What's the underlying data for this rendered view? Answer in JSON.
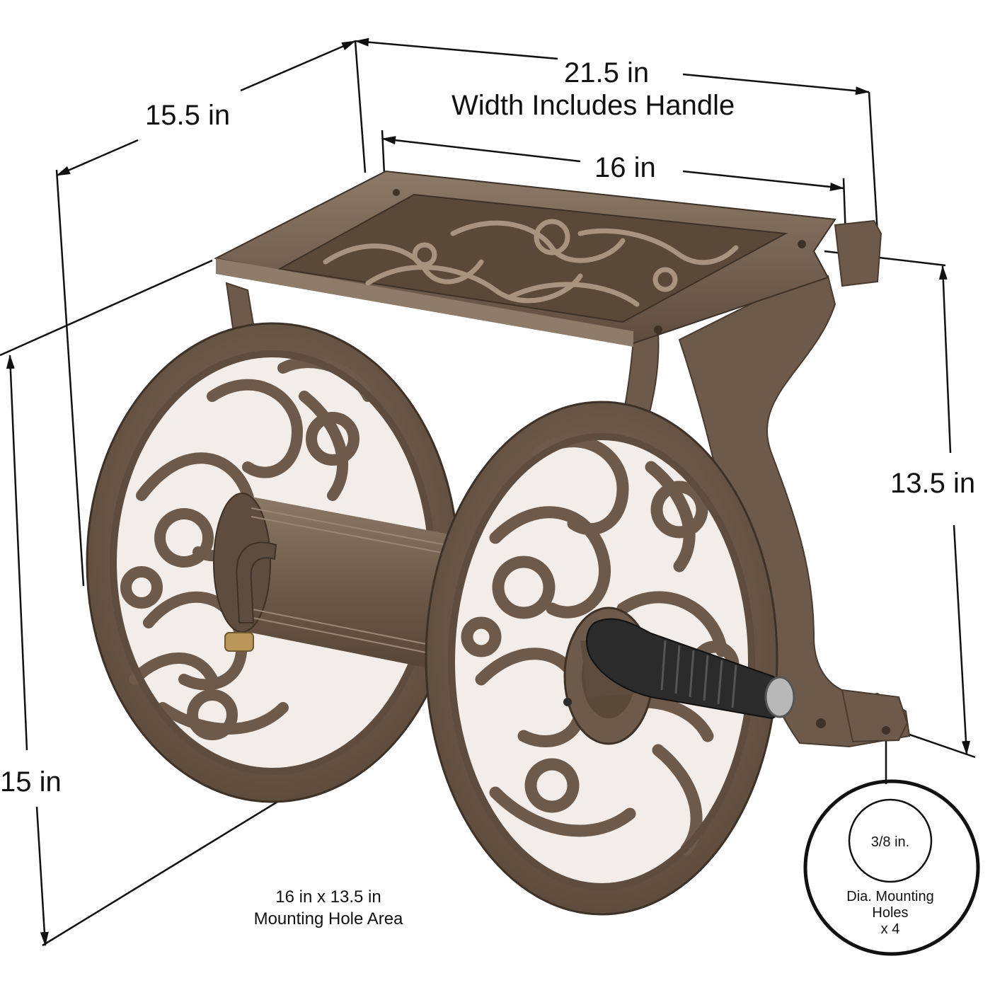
{
  "dimensions": {
    "total_width": "21.5 in",
    "total_width_note": "Width Includes Handle",
    "top_width": "16 in",
    "depth": "15.5 in",
    "height_right": "13.5 in",
    "height_left": "15 in",
    "mounting_area_line1": "16 in x 13.5 in",
    "mounting_area_line2": "Mounting Hole Area"
  },
  "detail": {
    "hole_size": "3/8 in.",
    "caption_line1": "Dia. Mounting",
    "caption_line2": "Holes",
    "caption_line3": "x 4"
  },
  "colors": {
    "bronze": "#6e5a4a",
    "bronze_dark": "#4a3b30",
    "bronze_light": "#9c8878",
    "handle": "#2b2b2b",
    "ink": "#111111"
  }
}
